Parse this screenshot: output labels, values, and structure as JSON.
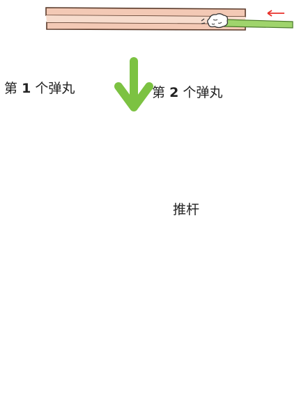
{
  "labels": {
    "pellet_one_prefix": "第",
    "pellet_one_number": "1",
    "pellet_one_suffix": "个弹丸",
    "pellet_two_prefix": "第",
    "pellet_two_number": "2",
    "pellet_two_suffix": "个弹丸",
    "plunger": "推杆"
  },
  "colors": {
    "tube_fill": "#f3c9b5",
    "tube_stroke": "#5a3a2a",
    "rod_green": "#9fd46c",
    "step_arrow_green": "#7cc242",
    "accent_red": "#e8302a",
    "cap_green": "#a8d67c"
  },
  "steps": [
    {
      "id": "step-1-push-plug"
    },
    {
      "id": "step-2-load-second-pellet"
    },
    {
      "id": "step-3-push-second-pellet"
    },
    {
      "id": "step-4-fire"
    }
  ]
}
